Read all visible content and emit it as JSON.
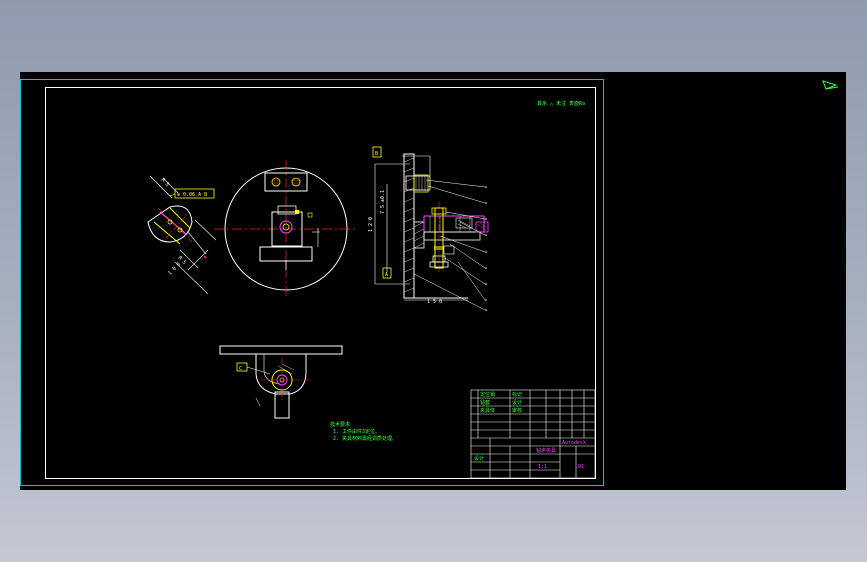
{
  "drawing": {
    "roughness_note": "其余 △ 未注 表面Ra",
    "datum_b": "B",
    "datum_a": "A",
    "datum_c": "C",
    "tolerance_frame": "⊕ 0.06 A B",
    "dim_left_1": "R 5",
    "dim_left_2": "R 5",
    "dim_left_3": "1 0 0",
    "dim_side_1": "1 2 0",
    "dim_side_2": "7 5 ±0.1",
    "dim_bottom": "1 5 0",
    "tech_title": "技术要求",
    "tech_1": "1. 工件由件3定位。",
    "tech_2": "2. 夹具材料需经调质处理。"
  },
  "title_block": {
    "part_1": "定位销",
    "part_2": "钻套",
    "part_3": "夹具体",
    "label_a": "标记",
    "label_b": "设计",
    "label_c": "审核",
    "company": "Autodesk",
    "drawing_name": "钻床夹具",
    "scale": "1:1",
    "sheet": "01"
  },
  "ucs_icon": "ucs-icon"
}
